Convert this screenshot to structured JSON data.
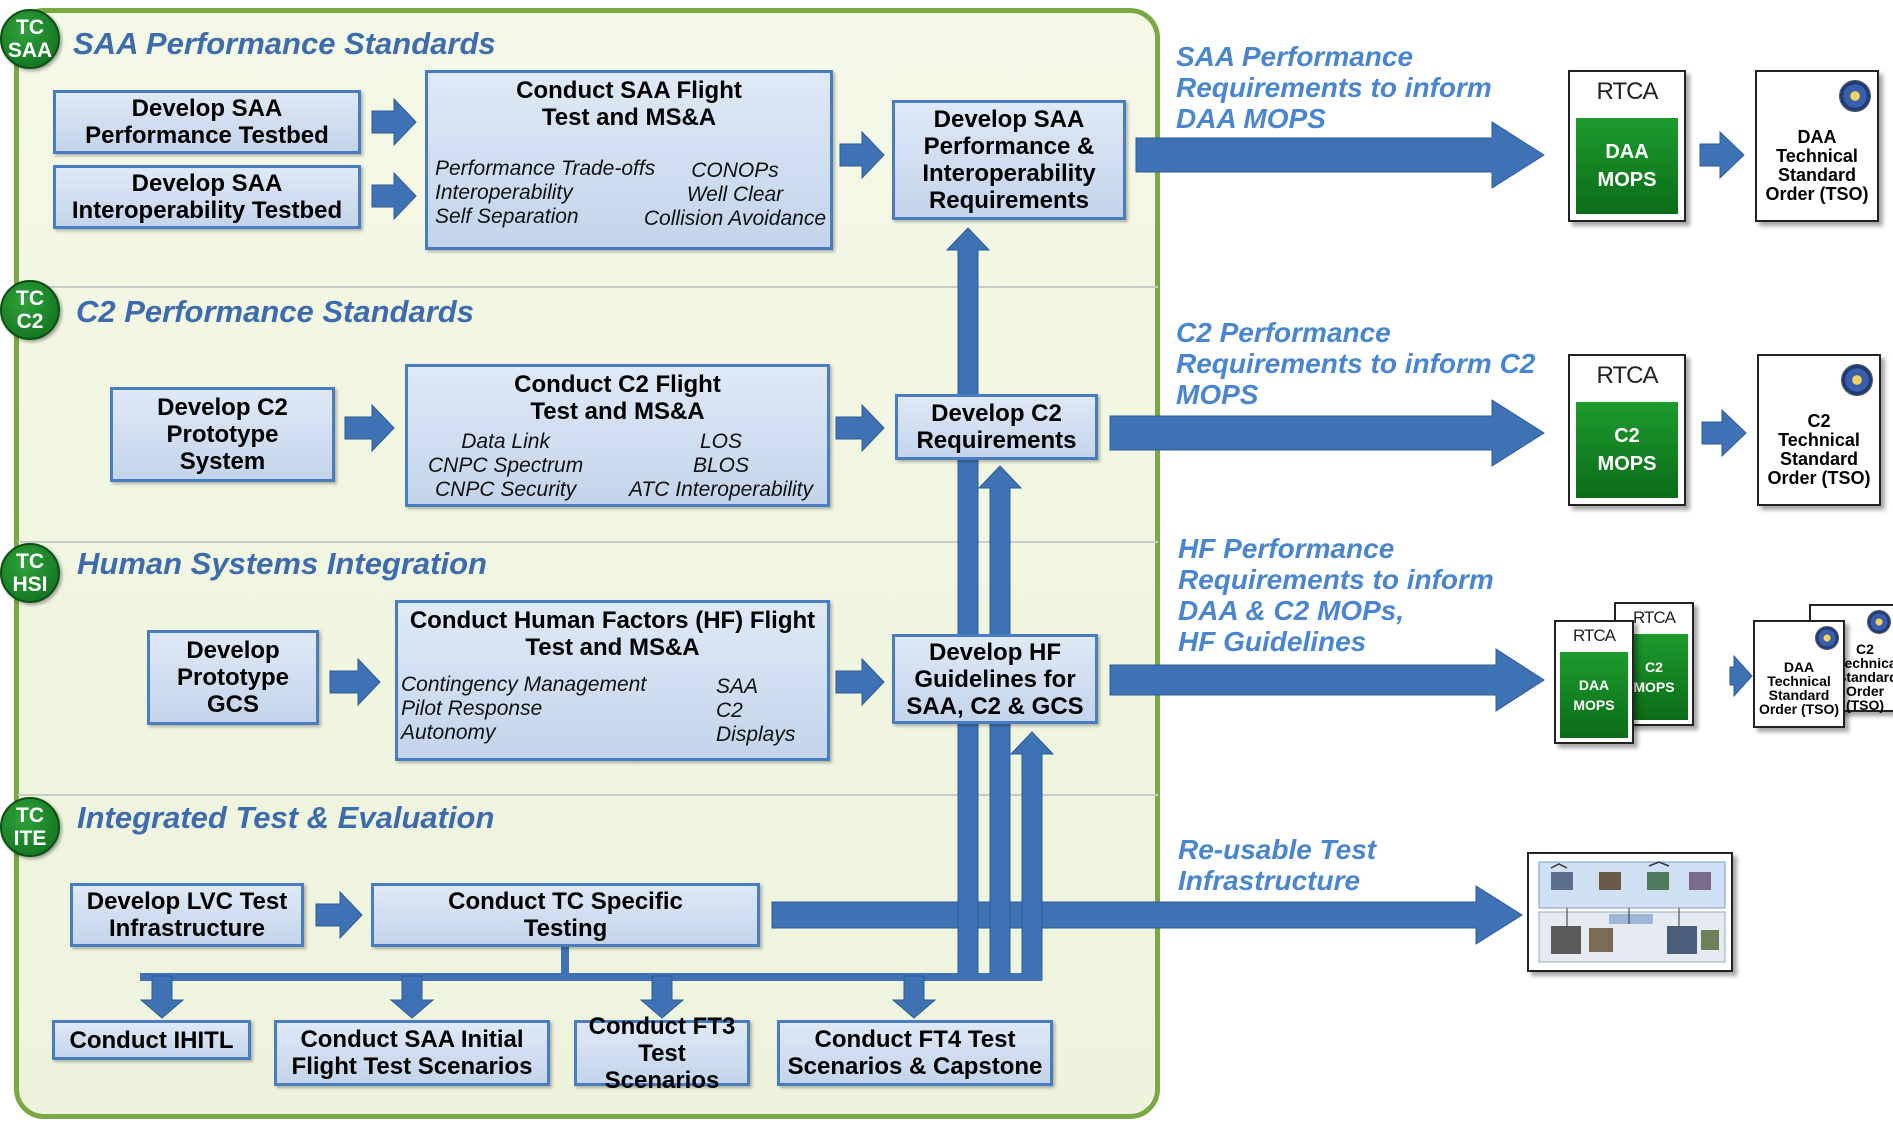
{
  "badges": [
    {
      "id": "saa",
      "line1": "TC",
      "line2": "SAA"
    },
    {
      "id": "c2",
      "line1": "TC",
      "line2": "C2"
    },
    {
      "id": "hsi",
      "line1": "TC",
      "line2": "HSI"
    },
    {
      "id": "ite",
      "line1": "TC",
      "line2": "ITE"
    }
  ],
  "sections": {
    "saa": "SAA Performance Standards",
    "c2": "C2 Performance Standards",
    "hsi": "Human Systems Integration",
    "ite": "Integrated Test & Evaluation"
  },
  "boxes": {
    "saa_perf_testbed": "Develop SAA Performance Testbed",
    "saa_interop_testbed": "Develop SAA Interoperability Testbed",
    "saa_flight_test": {
      "title": "Conduct SAA Flight Test and MS&A",
      "col1": [
        "Performance Trade-offs",
        "Interoperability",
        "Self Separation"
      ],
      "col2": [
        "CONOPs",
        "Well Clear",
        "Collision Avoidance"
      ]
    },
    "saa_requirements": "Develop SAA Performance & Interoperability Requirements",
    "c2_prototype": "Develop C2 Prototype System",
    "c2_flight_test": {
      "title": "Conduct C2 Flight Test and MS&A",
      "col1": [
        "Data Link",
        "CNPC Spectrum",
        "CNPC Security"
      ],
      "col2": [
        "LOS",
        "BLOS",
        "ATC Interoperability"
      ]
    },
    "c2_requirements": "Develop C2 Requirements",
    "prototype_gcs": "Develop Prototype GCS",
    "hf_flight_test": {
      "title": "Conduct Human Factors (HF) Flight Test and MS&A",
      "col1": [
        "Contingency Management",
        "Pilot Response",
        "Autonomy"
      ],
      "col2": [
        "SAA",
        "C2",
        "Displays"
      ]
    },
    "hf_guidelines": "Develop HF Guidelines for SAA, C2 & GCS",
    "lvc_infra": "Develop LVC Test Infrastructure",
    "tc_testing": "Conduct TC Specific Testing",
    "ihitl": "Conduct IHITL",
    "saa_initial": "Conduct SAA Initial Flight Test Scenarios",
    "ft3": "Conduct FT3 Test Scenarios",
    "ft4": "Conduct FT4 Test Scenarios & Capstone"
  },
  "outputs": {
    "saa": "SAA Performance\nRequirements to inform\nDAA MOPS",
    "c2": "C2 Performance\nRequirements to inform C2\nMOPS",
    "hf": "HF Performance\nRequirements to inform\nDAA & C2 MOPs,\nHF Guidelines",
    "infra": "Re-usable Test\nInfrastructure"
  },
  "documents": {
    "rtca_logo": "RTCA",
    "daa_mops": [
      "DAA",
      "MOPS"
    ],
    "c2_mops": [
      "C2",
      "MOPS"
    ],
    "daa_tso": [
      "DAA",
      "Technical",
      "Standard",
      "Order (TSO)"
    ],
    "c2_tso": [
      "C2",
      "Technical",
      "Standard",
      "Order (TSO)"
    ]
  },
  "colors": {
    "panel_fill": "#f0f5e1",
    "panel_border": "#7aa843",
    "box_fill": "#d0dff0",
    "box_border": "#4a7cc0",
    "arrow": "#3f72b5",
    "title_text": "#3d6bab",
    "output_text": "#4a86cf",
    "badge": "#178a28",
    "mops_green": "#138022"
  },
  "icons": [
    "faa-seal-icon",
    "rtca-logo-icon",
    "test-infrastructure-thumbnail"
  ]
}
